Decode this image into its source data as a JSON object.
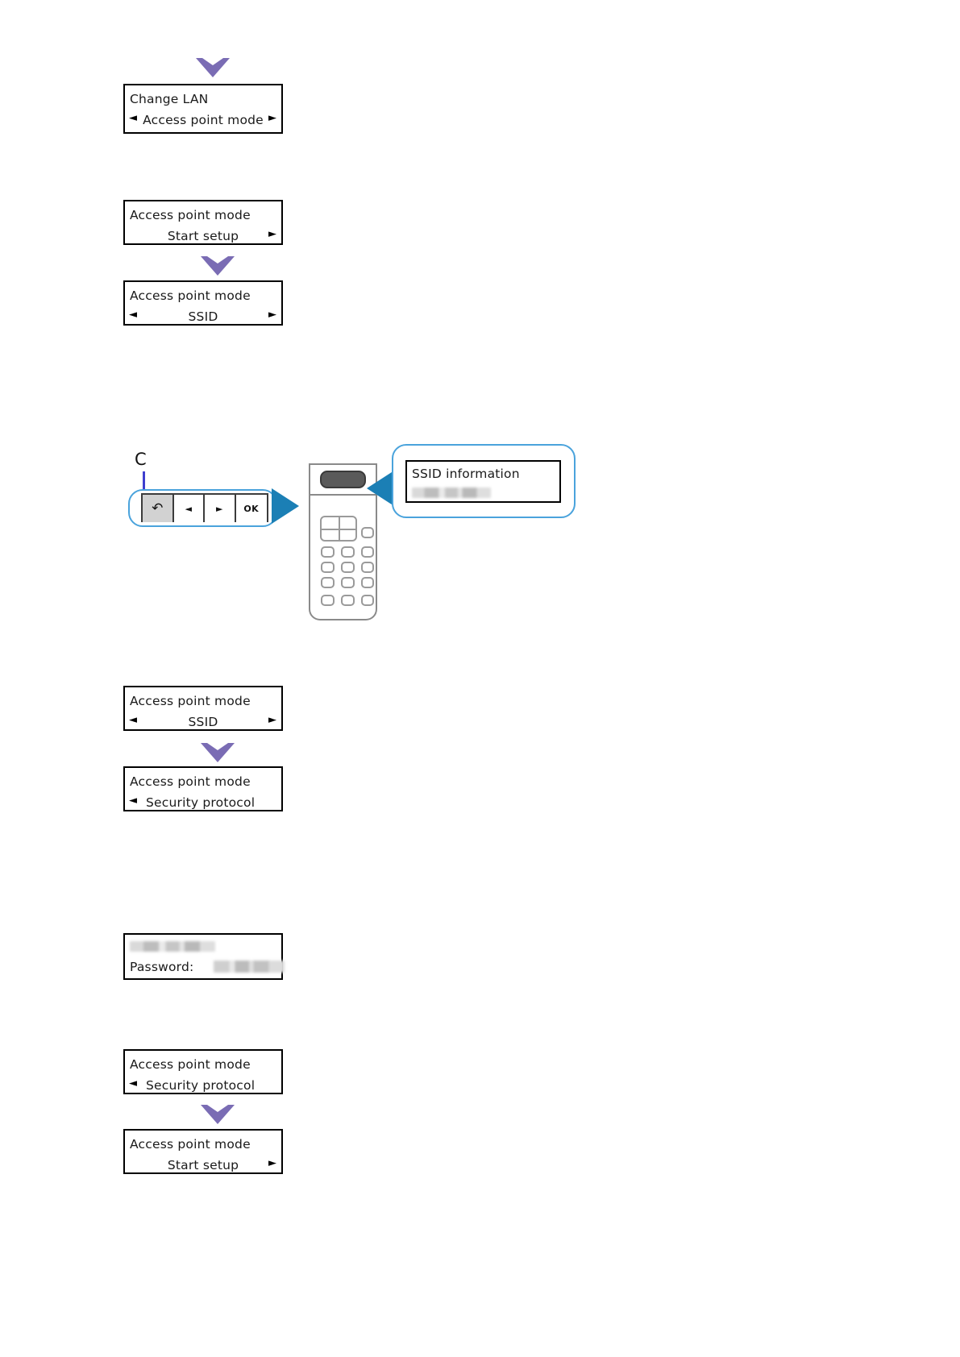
{
  "document": {
    "title": "Access point mode setup steps",
    "accent_purple": "#7a6cb4",
    "accent_blue": "#1b7fb5",
    "callout_border": "#4aa3dc",
    "leader_blue": "#3f3fcf"
  },
  "panels": [
    {
      "id": "change-lan",
      "line1": "Change LAN",
      "line2": "Access point mode",
      "left_arrow": "◄",
      "right_arrow": "►"
    },
    {
      "id": "ap-start-setup-1",
      "line1": "Access point mode",
      "line2": "Start setup",
      "left_arrow": "",
      "right_arrow": "►"
    },
    {
      "id": "ap-ssid-1",
      "line1": "Access point mode",
      "line2": "SSID",
      "left_arrow": "◄",
      "right_arrow": "►"
    },
    {
      "id": "ap-ssid-2",
      "line1": "Access point mode",
      "line2": "SSID",
      "left_arrow": "◄",
      "right_arrow": "►"
    },
    {
      "id": "ap-security-protocol-1",
      "line1": "Access point mode",
      "line2": "Security protocol",
      "left_arrow": "◄",
      "right_arrow": ""
    },
    {
      "id": "password-panel",
      "line1": "",
      "line2": "Password:",
      "left_arrow": "",
      "right_arrow": ""
    },
    {
      "id": "ap-security-protocol-2",
      "line1": "Access point mode",
      "line2": "Security protocol",
      "left_arrow": "◄",
      "right_arrow": ""
    },
    {
      "id": "ap-start-setup-2",
      "line1": "Access point mode",
      "line2": "Start setup",
      "left_arrow": "",
      "right_arrow": "►"
    }
  ],
  "ssid_callout": {
    "line1": "SSID information",
    "line2_redacted": true
  },
  "button_callout": {
    "label": "C",
    "keys": [
      {
        "name": "back-button",
        "glyph": "↶",
        "selected": true
      },
      {
        "name": "left-arrow-button",
        "glyph": "◄",
        "selected": false
      },
      {
        "name": "right-arrow-button",
        "glyph": "►",
        "selected": false
      },
      {
        "name": "ok-button",
        "glyph": "OK",
        "selected": false
      }
    ]
  },
  "arrows": {
    "down_glyph": "▼",
    "count": 5
  }
}
